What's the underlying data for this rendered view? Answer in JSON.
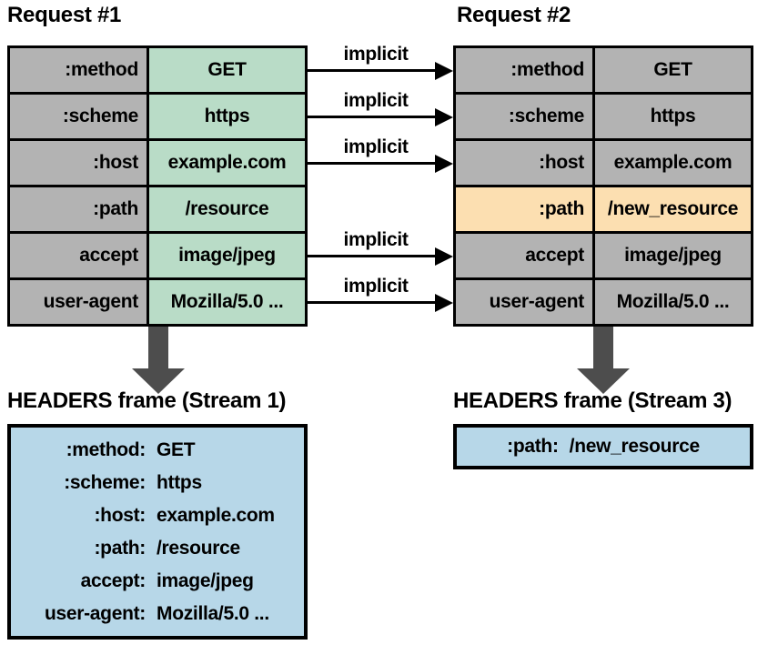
{
  "request1": {
    "title": "Request #1",
    "rows": [
      {
        "key": ":method",
        "value": "GET"
      },
      {
        "key": ":scheme",
        "value": "https"
      },
      {
        "key": ":host",
        "value": "example.com"
      },
      {
        "key": ":path",
        "value": "/resource"
      },
      {
        "key": "accept",
        "value": "image/jpeg"
      },
      {
        "key": "user-agent",
        "value": "Mozilla/5.0 ..."
      }
    ]
  },
  "request2": {
    "title": "Request #2",
    "highlighted_row": ":path",
    "rows": [
      {
        "key": ":method",
        "value": "GET"
      },
      {
        "key": ":scheme",
        "value": "https"
      },
      {
        "key": ":host",
        "value": "example.com"
      },
      {
        "key": ":path",
        "value": "/new_resource",
        "highlighted": true
      },
      {
        "key": "accept",
        "value": "image/jpeg"
      },
      {
        "key": "user-agent",
        "value": "Mozilla/5.0 ..."
      }
    ]
  },
  "implicit_arrows": [
    {
      "label": "implicit",
      "from_row": ":method"
    },
    {
      "label": "implicit",
      "from_row": ":scheme"
    },
    {
      "label": "implicit",
      "from_row": ":host"
    },
    {
      "label": "implicit",
      "from_row": "accept"
    },
    {
      "label": "implicit",
      "from_row": "user-agent"
    }
  ],
  "frame1": {
    "title": "HEADERS frame (Stream 1)",
    "lines": [
      {
        "key": ":method:",
        "value": "GET"
      },
      {
        "key": ":scheme:",
        "value": "https"
      },
      {
        "key": ":host:",
        "value": "example.com"
      },
      {
        "key": ":path:",
        "value": "/resource"
      },
      {
        "key": "accept:",
        "value": "image/jpeg"
      },
      {
        "key": "user-agent:",
        "value": "Mozilla/5.0 ..."
      }
    ]
  },
  "frame3": {
    "title": "HEADERS frame (Stream 3)",
    "lines": [
      {
        "key": ":path:",
        "value": "/new_resource"
      }
    ]
  },
  "colors": {
    "cell_gray": "#b3b3b3",
    "value_green": "#b9dcc7",
    "highlight_orange": "#fcdfb1",
    "frame_blue": "#b7d7e8",
    "arrow_gray": "#4d4d4d",
    "line_black": "#000000"
  }
}
